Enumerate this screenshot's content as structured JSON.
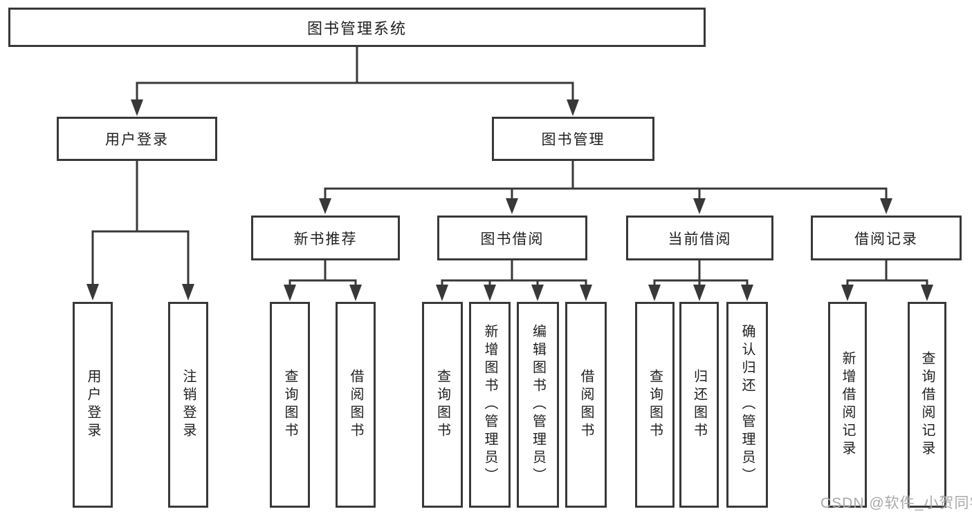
{
  "diagram": {
    "root": {
      "label": "图书管理系统"
    },
    "branches": [
      {
        "label": "用户登录"
      },
      {
        "label": "图书管理"
      }
    ],
    "modules": [
      {
        "label": "新书推荐",
        "parent": "图书管理"
      },
      {
        "label": "图书借阅",
        "parent": "图书管理"
      },
      {
        "label": "当前借阅",
        "parent": "图书管理"
      },
      {
        "label": "借阅记录",
        "parent": "图书管理"
      }
    ],
    "functions": [
      {
        "label": "用户登录",
        "parent": "用户登录"
      },
      {
        "label": "注销登录",
        "parent": "用户登录"
      },
      {
        "label": "查询图书",
        "parent": "新书推荐"
      },
      {
        "label": "借阅图书",
        "parent": "新书推荐"
      },
      {
        "label": "查询图书",
        "parent": "图书借阅"
      },
      {
        "label": "新增图书（管理员）",
        "parent": "图书借阅"
      },
      {
        "label": "编辑图书（管理员）",
        "parent": "图书借阅"
      },
      {
        "label": "借阅图书",
        "parent": "图书借阅"
      },
      {
        "label": "查询图书",
        "parent": "当前借阅"
      },
      {
        "label": "归还图书",
        "parent": "当前借阅"
      },
      {
        "label": "确认归还（管理员）",
        "parent": "当前借阅"
      },
      {
        "label": "新增借阅记录",
        "parent": "借阅记录"
      },
      {
        "label": "查询借阅记录",
        "parent": "借阅记录"
      }
    ],
    "watermark": "CSDN @软件_小贺同学",
    "colors": {
      "line": "#383838",
      "box_border": "#383838",
      "box_fill": "#ffffff",
      "text": "#1f1f1f",
      "watermark": "#a8a8a8",
      "background": "#ffffff"
    }
  }
}
